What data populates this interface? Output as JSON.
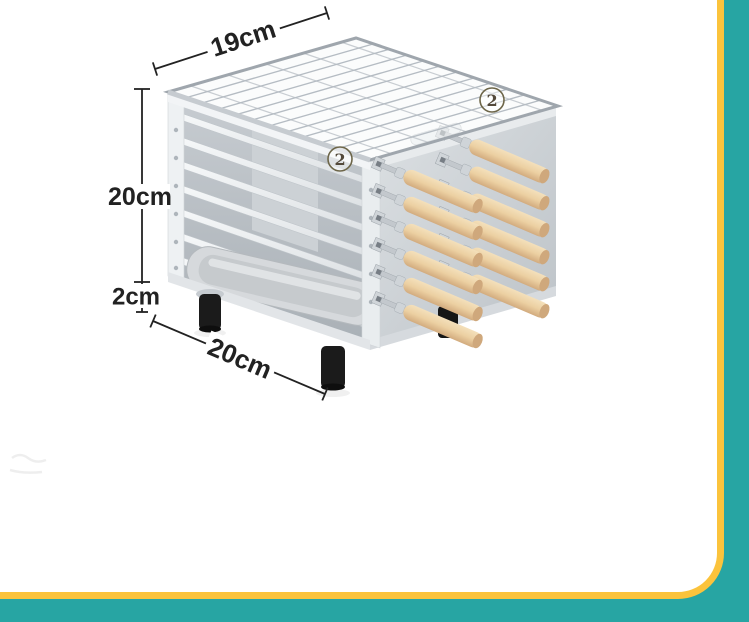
{
  "image": {
    "type": "product-dimension-diagram",
    "subject": "stainless-steel-charcoal-bbq-grill-with-kebab-skewers"
  },
  "annotations": {
    "top_width_label": "19cm",
    "body_height_label": "20cm",
    "leg_height_label": "2cm",
    "bottom_width_label": "20cm",
    "callout_badge": "2"
  },
  "product": {
    "skewers_front_count": 6,
    "skewers_rear_count": 6,
    "legs_visible": 3,
    "side_rail_count": 7,
    "parts": [
      "grill-grate",
      "stacking-side-rails",
      "drip-tray",
      "wooden-handle-skewers",
      "black-legs"
    ]
  },
  "colors": {
    "frame_teal": "#27A5A3",
    "frame_yellow": "#FBC33C",
    "annotation_ink": "#222222",
    "wood_handle": "#ECD2A4",
    "steel_light": "#EDF0F2",
    "steel_mid": "#C9CED3",
    "leg_black": "#1A1A1A",
    "badge_ring": "#6D6649"
  }
}
